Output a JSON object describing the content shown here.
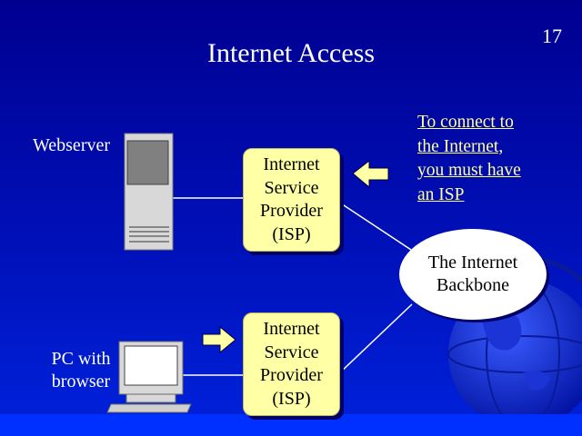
{
  "slide": {
    "title": "Internet Access",
    "page_number": "17"
  },
  "nodes": {
    "webserver_label": "Webserver",
    "pc_label_line1": "PC with",
    "pc_label_line2": "browser",
    "isp_top": {
      "line1": "Internet",
      "line2": "Service",
      "line3": "Provider",
      "line4": "(ISP)"
    },
    "isp_bottom": {
      "line1": "Internet",
      "line2": "Service",
      "line3": "Provider",
      "line4": "(ISP)"
    },
    "backbone": {
      "line1": "The Internet",
      "line2": "Backbone"
    }
  },
  "callout": {
    "line1": "To connect to",
    "line2": "the Internet,",
    "line3": "you must have",
    "line4": "an ISP"
  },
  "colors": {
    "background": "#0010b8",
    "isp_fill": "#ffffa6",
    "callout_text": "#ffff99",
    "arrow_fill": "#ffffa6"
  }
}
